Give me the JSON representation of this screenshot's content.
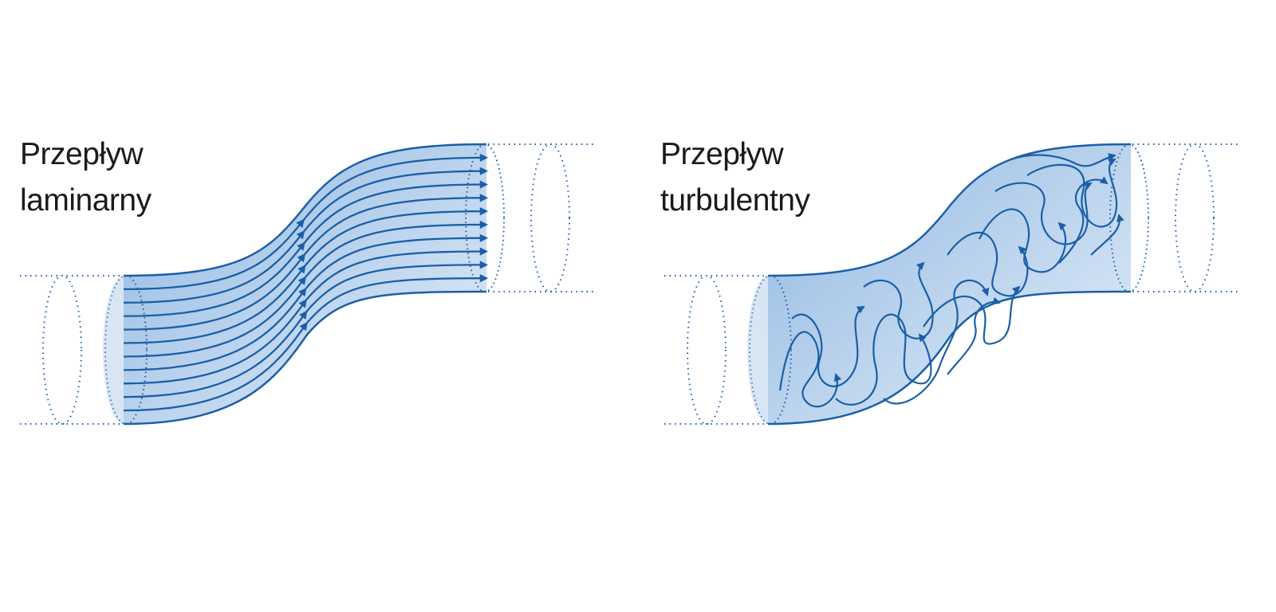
{
  "laminar": {
    "title_line1": "Przepływ",
    "title_line2": "laminarny"
  },
  "turbulent": {
    "title_line1": "Przepływ",
    "title_line2": "turbulentny"
  },
  "colors": {
    "stroke": "#1a5fa8",
    "fill_dark": "#8fb7e0",
    "fill_light": "#e6effa",
    "text": "#1a1a1a"
  }
}
